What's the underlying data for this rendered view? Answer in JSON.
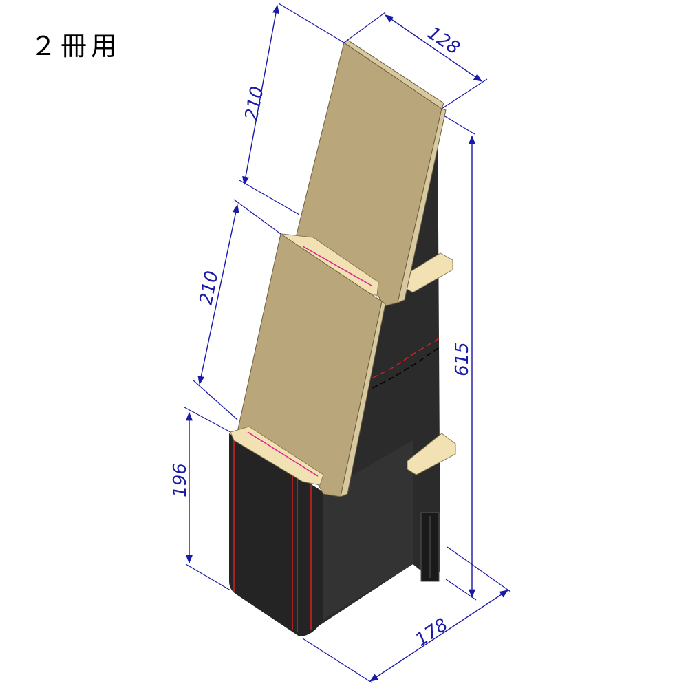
{
  "title": "２冊用",
  "colors": {
    "dimension": "#1a1aa8",
    "board": "#b9a67a",
    "board_edge": "#d8c9a0",
    "body": "#2b2b2b",
    "body_dark": "#1e1e1e",
    "wood": "#f2e2b3",
    "accent_red": "#d62020",
    "accent_magenta": "#e0208a"
  },
  "dimensions": {
    "top_shelf_length": "210",
    "top_width": "128",
    "lower_shelf_length": "210",
    "base_height": "196",
    "total_height": "615",
    "depth": "178"
  }
}
